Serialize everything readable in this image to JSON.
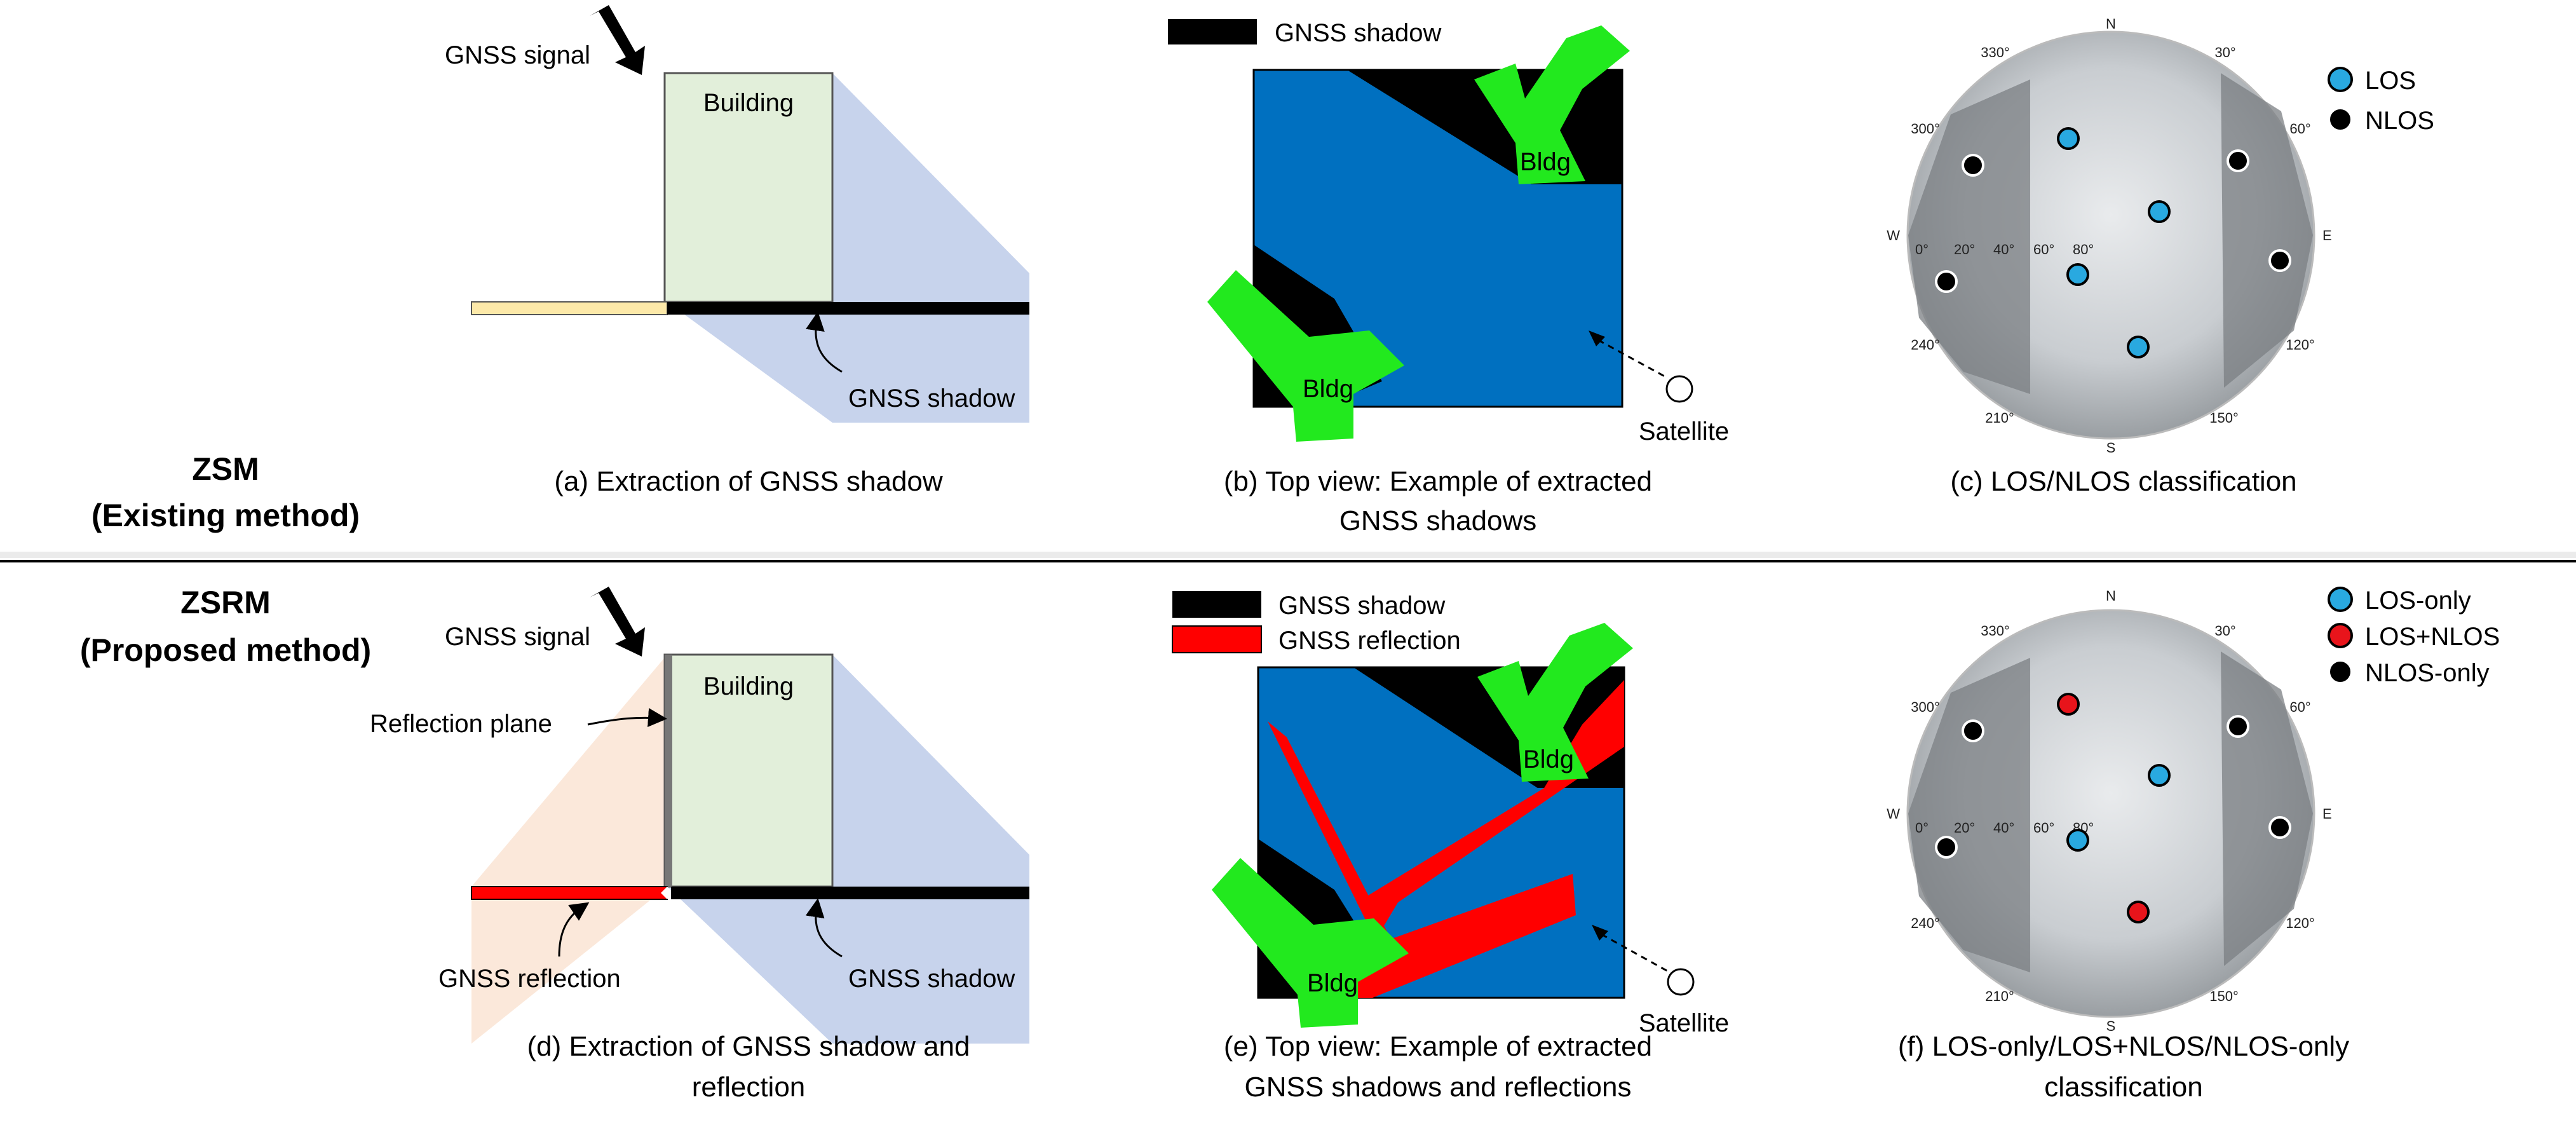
{
  "rows": {
    "zsm": {
      "line1": "ZSM",
      "line2": "(Existing method)"
    },
    "zsrm": {
      "line1": "ZSRM",
      "line2": "(Proposed method)"
    }
  },
  "panel_a": {
    "signal_label": "GNSS signal",
    "building_label": "Building",
    "shadow_label": "GNSS shadow",
    "caption": "(a) Extraction of GNSS shadow"
  },
  "panel_b": {
    "legend_shadow": "GNSS shadow",
    "bldg_label_1": "Bldg",
    "bldg_label_2": "Bldg",
    "satellite_label": "Satellite",
    "caption_line1": "(b) Top view: Example of extracted",
    "caption_line2": "GNSS shadows"
  },
  "panel_c": {
    "legend": [
      {
        "label": "LOS",
        "color": "#29a9e0"
      },
      {
        "label": "NLOS",
        "color": "#000000"
      }
    ],
    "compass": {
      "n": "N",
      "s": "S",
      "e": "E",
      "w": "W"
    },
    "azimuth_ticks": [
      "330°",
      "30°",
      "300°",
      "60°",
      "240°",
      "120°",
      "210°",
      "150°"
    ],
    "elevation_ticks": [
      "0°",
      "20°",
      "40°",
      "60°",
      "80°"
    ],
    "caption": "(c) LOS/NLOS classification"
  },
  "panel_d": {
    "signal_label": "GNSS signal",
    "building_label": "Building",
    "plane_label": "Reflection plane",
    "reflection_label": "GNSS reflection",
    "shadow_label": "GNSS shadow",
    "caption_line1": "(d) Extraction of GNSS shadow and",
    "caption_line2": "reflection"
  },
  "panel_e": {
    "legend_shadow": "GNSS shadow",
    "legend_reflection": "GNSS reflection",
    "bldg_label_1": "Bldg",
    "bldg_label_2": "Bldg",
    "satellite_label": "Satellite",
    "caption_line1": "(e) Top view: Example of extracted",
    "caption_line2": "GNSS shadows and reflections"
  },
  "panel_f": {
    "legend": [
      {
        "label": "LOS-only",
        "color": "#29a9e0"
      },
      {
        "label": "LOS+NLOS",
        "color": "#e8141b"
      },
      {
        "label": "NLOS-only",
        "color": "#000000"
      }
    ],
    "compass": {
      "n": "N",
      "s": "S",
      "e": "E",
      "w": "W"
    },
    "azimuth_ticks": [
      "330°",
      "30°",
      "300°",
      "60°",
      "240°",
      "120°",
      "210°",
      "150°"
    ],
    "elevation_ticks": [
      "0°",
      "20°",
      "40°",
      "60°",
      "80°"
    ],
    "caption_line1": "(f) LOS-only/LOS+NLOS/NLOS-only",
    "caption_line2": "classification"
  },
  "colors": {
    "shadow_fill": "#c7d3ec",
    "building_fill": "#e2efda",
    "ground_open": "#fde9a9",
    "reflection_area": "#fbe5d6",
    "topview_blue": "#0070c0",
    "bldg_green": "#22e91e",
    "reflection_red": "#ff0000"
  }
}
